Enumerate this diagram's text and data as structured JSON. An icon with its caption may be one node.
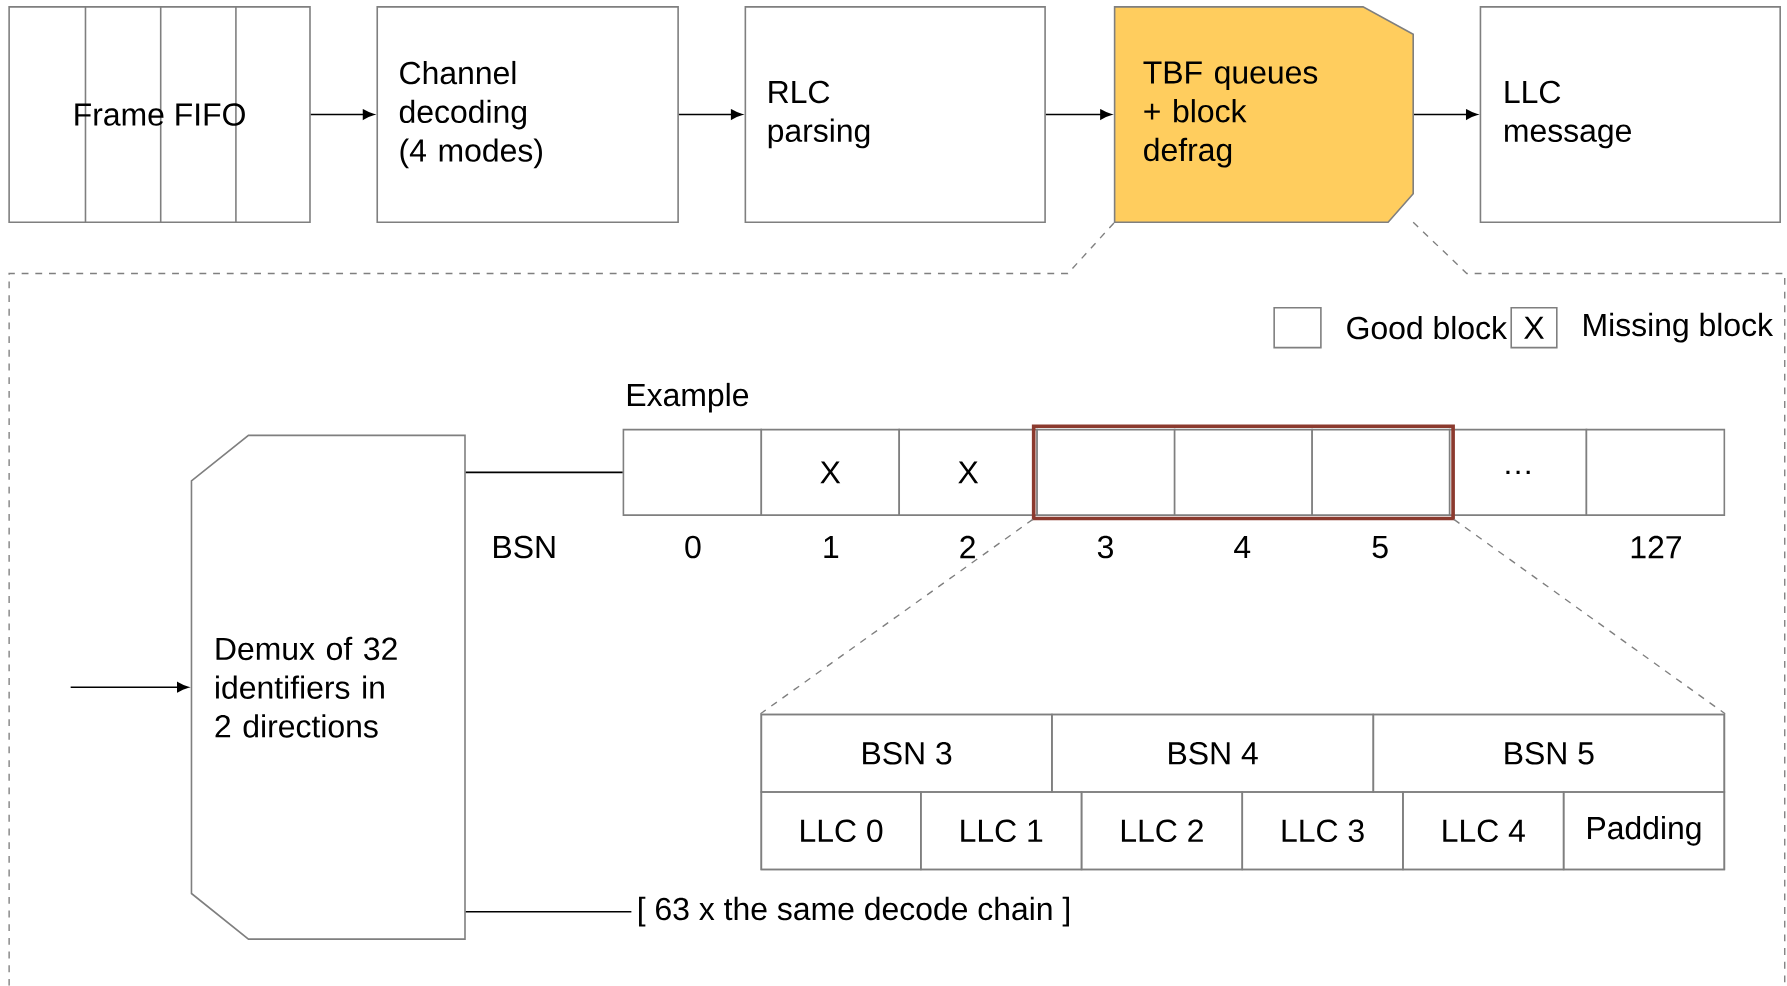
{
  "diagram": {
    "nodes": [
      {
        "text": [
          "Frame FIFO"
        ]
      },
      {
        "text": [
          "Channel decoding (4 modes)"
        ]
      },
      {
        "text": [
          "RLC parsing"
        ]
      },
      {
        "text": [
          "TBF queues + block defrag"
        ]
      },
      {
        "text": [
          "LLC message"
        ]
      },
      {
        "text": [
          "Demux of 32 identifiers in 2 directions"
        ]
      },
      {
        "text": [],
        "shape": "box"
      },
      {
        "text": [
          "X"
        ]
      },
      {
        "text": [
          "X"
        ]
      },
      {
        "text": [],
        "shape": "box"
      },
      {
        "text": [],
        "shape": "box",
        "in": 9
      },
      {
        "text": [],
        "shape": "box",
        "in": 9
      },
      {
        "text": [],
        "shape": "box",
        "in": 9
      },
      {
        "text": [
          "…"
        ]
      },
      {
        "text": [],
        "shape": "box"
      },
      {
        "text": [],
        "shape": "box"
      },
      {
        "text": [
          "[ 63 x the same decode chain ]"
        ]
      }
    ],
    "edges": [
      {
        "from": 0,
        "to": 1,
        "arrow": "to"
      },
      {
        "from": 1,
        "to": 2,
        "arrow": "to"
      },
      {
        "from": 2,
        "to": 3,
        "arrow": "to"
      },
      {
        "from": 3,
        "to": 4,
        "arrow": "to"
      },
      {
        "from": null,
        "to": 5,
        "arrow": "to"
      },
      {
        "from": 5,
        "to": 6,
        "arrow": "none"
      },
      {
        "from": 5,
        "to": 16,
        "arrow": "none"
      },
      {
        "from": 9,
        "to": 15,
        "arrow": "none",
        "style": "dashed",
        "color": "#7f7f7f"
      },
      {
        "from": 9,
        "to": 15,
        "arrow": "none",
        "style": "dashed",
        "color": "#7f7f7f"
      }
    ],
    "labels": [
      "X",
      "Example",
      "BSN",
      "0",
      "1",
      "2",
      "3",
      "4",
      "5",
      "127",
      "BSN 3",
      "BSN 4",
      "BSN 5",
      "LLC 0",
      "LLC 1",
      "LLC 2",
      "LLC 3",
      "LLC 4",
      "Padding"
    ],
    "legend": [
      {
        "text": "Good block"
      },
      {
        "text": "Missing block"
      }
    ]
  }
}
